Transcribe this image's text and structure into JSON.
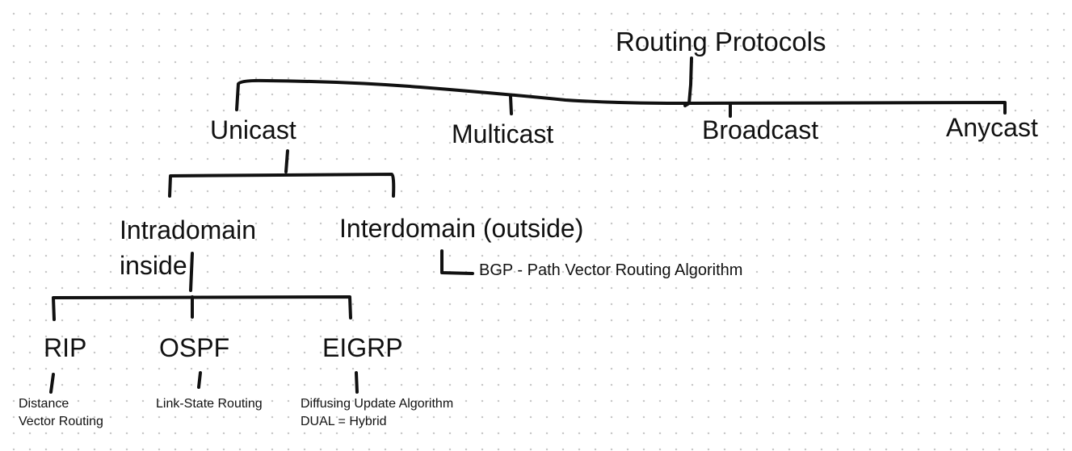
{
  "diagram": {
    "root": "Routing Protocols",
    "types": {
      "unicast": "Unicast",
      "multicast": "Multicast",
      "broadcast": "Broadcast",
      "anycast": "Anycast"
    },
    "unicast_children": {
      "intradomain_line1": "Intradomain",
      "intradomain_line2": "inside",
      "interdomain": "Interdomain (outside)"
    },
    "interdomain_note": "BGP - Path Vector Routing Algorithm",
    "intradomain_protocols": {
      "rip": "RIP",
      "ospf": "OSPF",
      "eigrp": "EIGRP"
    },
    "protocol_notes": {
      "rip_line1": "Distance",
      "rip_line2": "Vector Routing",
      "ospf": "Link-State Routing",
      "eigrp_line1": "Diffusing Update Algorithm",
      "eigrp_line2": "DUAL = Hybrid"
    },
    "ink_color": "#111111",
    "background_color": "#ffffff",
    "grid_dot_color": "#c8c8c8"
  }
}
